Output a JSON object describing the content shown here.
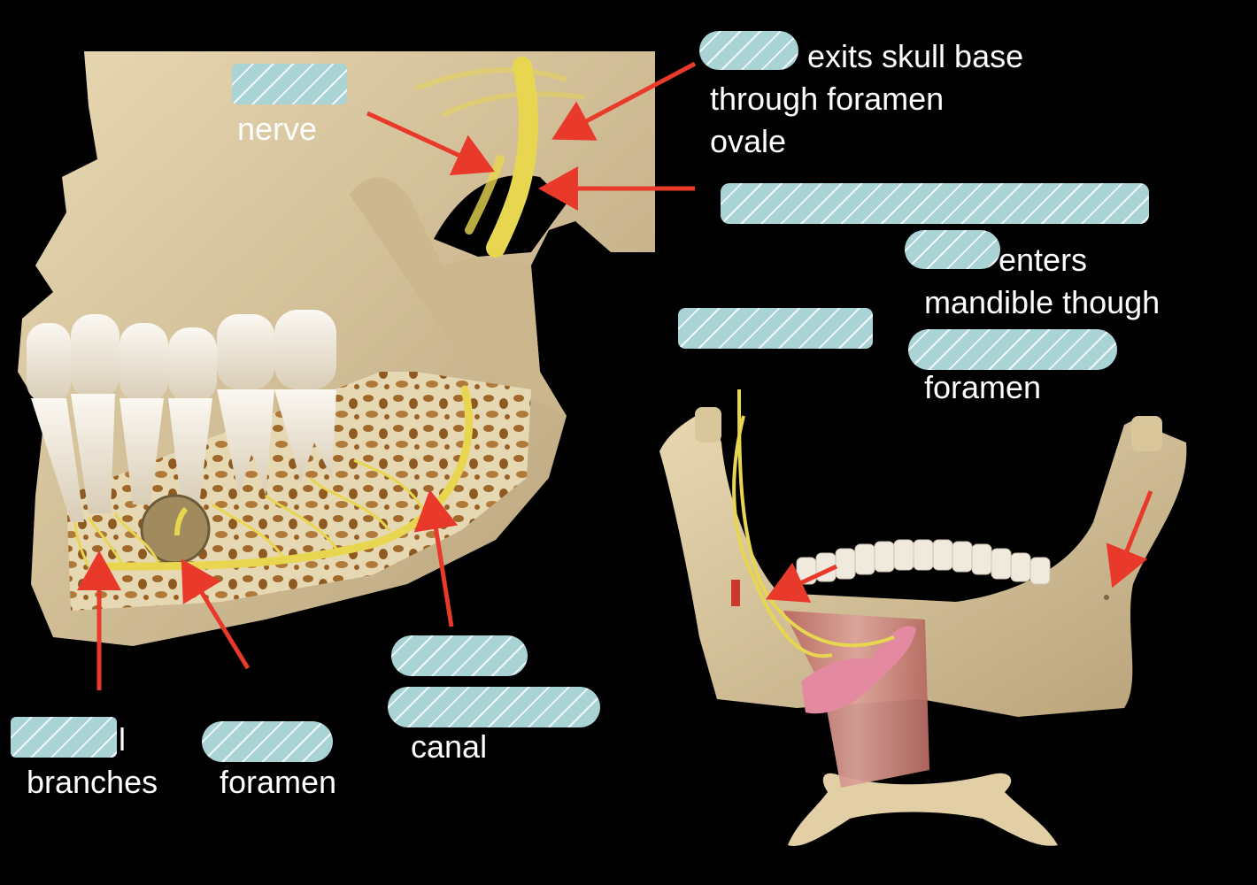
{
  "labels": {
    "nerve_word": "nerve",
    "skull_base_line1": "exits skull base",
    "skull_base_line2": "through foramen",
    "skull_base_line3": "ovale",
    "enters_line1": "enters",
    "enters_line2": "mandible though",
    "enters_foramen": "foramen",
    "canal_word": "canal",
    "branches_l": "l",
    "branches_word": "branches",
    "mental_foramen_word": "foramen"
  },
  "colors": {
    "background": "#000000",
    "bone": "#dccaa2",
    "nerve": "#e8d650",
    "arrow": "#e8392b",
    "mask": "#aad3d6",
    "muscle": "#c9857c",
    "tooth": "#efe9de"
  }
}
